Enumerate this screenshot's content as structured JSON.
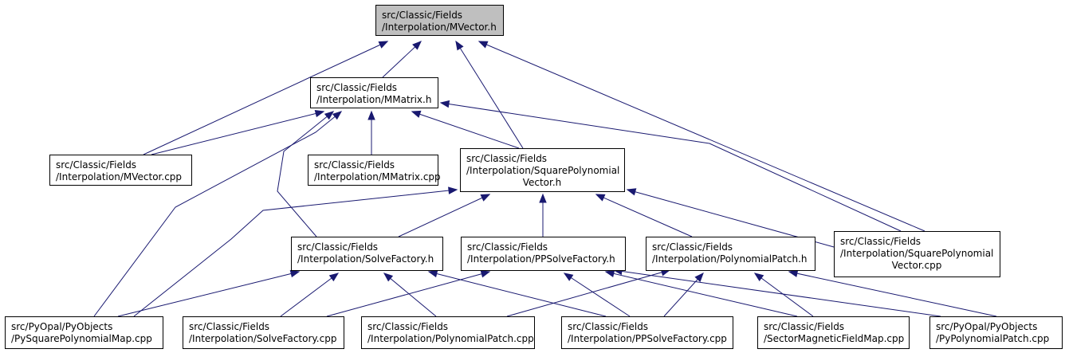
{
  "diagram": {
    "colors": {
      "edge": "#191970",
      "root_fill": "#bfbfbf",
      "node_fill": "#ffffff",
      "border": "#000000"
    },
    "nodes": [
      {
        "id": "mvector_h",
        "lines": [
          "src/Classic/Fields",
          "/Interpolation/MVector.h"
        ],
        "root": true
      },
      {
        "id": "mmatrix_h",
        "lines": [
          "src/Classic/Fields",
          "/Interpolation/MMatrix.h"
        ]
      },
      {
        "id": "mvector_cpp",
        "lines": [
          "src/Classic/Fields",
          "/Interpolation/MVector.cpp"
        ]
      },
      {
        "id": "mmatrix_cpp",
        "lines": [
          "src/Classic/Fields",
          "/Interpolation/MMatrix.cpp"
        ]
      },
      {
        "id": "sqpv_h",
        "lines": [
          "src/Classic/Fields",
          "/Interpolation/SquarePolynomial",
          "Vector.h"
        ]
      },
      {
        "id": "sqpv_cpp",
        "lines": [
          "src/Classic/Fields",
          "/Interpolation/SquarePolynomial",
          "Vector.cpp"
        ]
      },
      {
        "id": "solvefactory_h",
        "lines": [
          "src/Classic/Fields",
          "/Interpolation/SolveFactory.h"
        ]
      },
      {
        "id": "ppsolvefactory_h",
        "lines": [
          "src/Classic/Fields",
          "/Interpolation/PPSolveFactory.h"
        ]
      },
      {
        "id": "polypatch_h",
        "lines": [
          "src/Classic/Fields",
          "/Interpolation/PolynomialPatch.h"
        ]
      },
      {
        "id": "pysqpm_cpp",
        "lines": [
          "src/PyOpal/PyObjects",
          "/PySquarePolynomialMap.cpp"
        ]
      },
      {
        "id": "solvefactory_cpp",
        "lines": [
          "src/Classic/Fields",
          "/Interpolation/SolveFactory.cpp"
        ]
      },
      {
        "id": "polypatch_cpp",
        "lines": [
          "src/Classic/Fields",
          "/Interpolation/PolynomialPatch.cpp"
        ]
      },
      {
        "id": "ppsolvefactory_cpp",
        "lines": [
          "src/Classic/Fields",
          "/Interpolation/PPSolveFactory.cpp"
        ]
      },
      {
        "id": "sectormag_cpp",
        "lines": [
          "src/Classic/Fields",
          "/SectorMagneticFieldMap.cpp"
        ]
      },
      {
        "id": "pypolypatch_cpp",
        "lines": [
          "src/PyOpal/PyObjects",
          "/PyPolynomialPatch.cpp"
        ]
      }
    ],
    "edges": [
      {
        "from": "mvector_cpp",
        "to": "mvector_h"
      },
      {
        "from": "mmatrix_h",
        "to": "mvector_h"
      },
      {
        "from": "sqpv_h",
        "to": "mvector_h"
      },
      {
        "from": "sqpv_cpp",
        "to": "mvector_h"
      },
      {
        "from": "mvector_cpp",
        "to": "mmatrix_h"
      },
      {
        "from": "mmatrix_cpp",
        "to": "mmatrix_h"
      },
      {
        "from": "sqpv_h",
        "to": "mmatrix_h"
      },
      {
        "from": "sqpv_cpp",
        "to": "mmatrix_h"
      },
      {
        "from": "solvefactory_h",
        "to": "mmatrix_h"
      },
      {
        "from": "pysqpm_cpp",
        "to": "mmatrix_h"
      },
      {
        "from": "solvefactory_h",
        "to": "sqpv_h"
      },
      {
        "from": "ppsolvefactory_h",
        "to": "sqpv_h"
      },
      {
        "from": "polypatch_h",
        "to": "sqpv_h"
      },
      {
        "from": "sqpv_cpp",
        "to": "sqpv_h"
      },
      {
        "from": "pysqpm_cpp",
        "to": "sqpv_h"
      },
      {
        "from": "pysqpm_cpp",
        "to": "solvefactory_h"
      },
      {
        "from": "solvefactory_cpp",
        "to": "solvefactory_h"
      },
      {
        "from": "polypatch_cpp",
        "to": "solvefactory_h"
      },
      {
        "from": "ppsolvefactory_cpp",
        "to": "solvefactory_h"
      },
      {
        "from": "solvefactory_cpp",
        "to": "ppsolvefactory_h"
      },
      {
        "from": "ppsolvefactory_cpp",
        "to": "ppsolvefactory_h"
      },
      {
        "from": "sectormag_cpp",
        "to": "ppsolvefactory_h"
      },
      {
        "from": "pypolypatch_cpp",
        "to": "ppsolvefactory_h"
      },
      {
        "from": "polypatch_cpp",
        "to": "polypatch_h"
      },
      {
        "from": "ppsolvefactory_cpp",
        "to": "polypatch_h"
      },
      {
        "from": "sectormag_cpp",
        "to": "polypatch_h"
      },
      {
        "from": "pypolypatch_cpp",
        "to": "polypatch_h"
      }
    ]
  }
}
